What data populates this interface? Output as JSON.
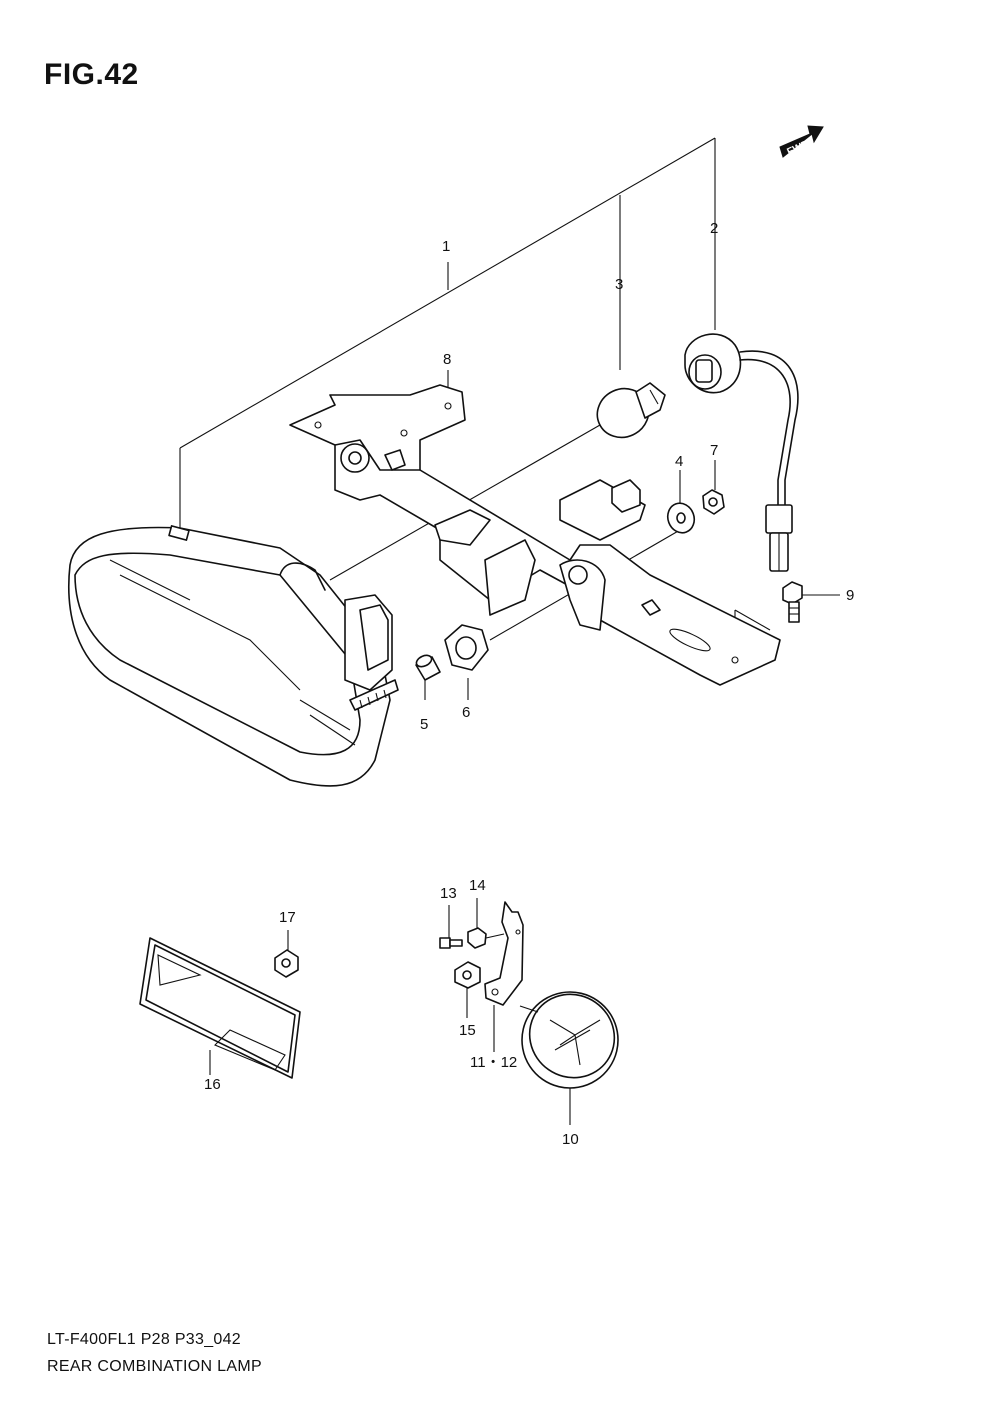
{
  "figure": {
    "title": "FIG.42"
  },
  "direction_marker": {
    "label": "FWD",
    "icon": "forward-arrow-icon"
  },
  "callouts": [
    {
      "id": "1",
      "label": "1"
    },
    {
      "id": "2",
      "label": "2"
    },
    {
      "id": "3",
      "label": "3"
    },
    {
      "id": "4",
      "label": "4"
    },
    {
      "id": "5",
      "label": "5"
    },
    {
      "id": "6",
      "label": "6"
    },
    {
      "id": "7",
      "label": "7"
    },
    {
      "id": "8",
      "label": "8"
    },
    {
      "id": "9",
      "label": "9"
    },
    {
      "id": "10",
      "label": "10"
    },
    {
      "id": "11-12",
      "label": "11・12"
    },
    {
      "id": "13",
      "label": "13"
    },
    {
      "id": "14",
      "label": "14"
    },
    {
      "id": "15",
      "label": "15"
    },
    {
      "id": "16",
      "label": "16"
    },
    {
      "id": "17",
      "label": "17"
    }
  ],
  "footer": {
    "model_code": "LT-F400FL1 P28 P33_042",
    "assembly_name": "REAR COMBINATION LAMP"
  }
}
